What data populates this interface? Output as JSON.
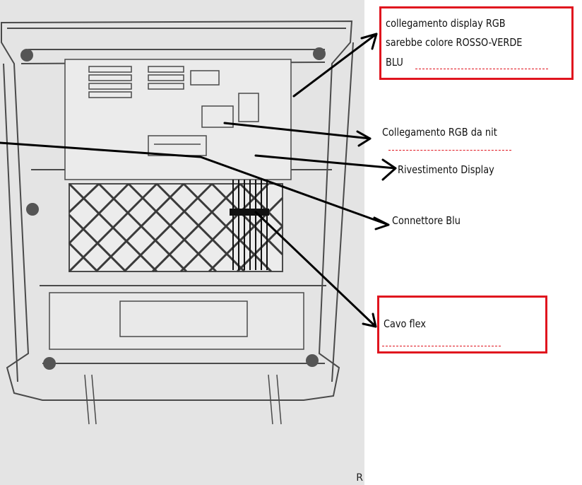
{
  "diagram": {
    "callouts": [
      {
        "id": "rgb-display-connection",
        "lines": [
          "collegamento display RGB",
          "sarebbe colore ROSSO-VERDE",
          "BLU"
        ],
        "boxed": true
      },
      {
        "id": "rgb-from-nit",
        "lines": [
          "Collegamento RGB da nit"
        ],
        "boxed": false
      },
      {
        "id": "display-cover",
        "lines": [
          "Rivestimento Display"
        ],
        "boxed": false
      },
      {
        "id": "blue-connector",
        "lines": [
          "Connettore Blu"
        ],
        "boxed": false
      },
      {
        "id": "flex-cable",
        "lines": [
          "Cavo flex"
        ],
        "boxed": true
      }
    ],
    "corner_text": "R",
    "colors": {
      "box_border": "#e0141e",
      "arrow": "#000000",
      "photo_background": "#e6e6e6",
      "line_art": "#4a4a4a"
    }
  }
}
